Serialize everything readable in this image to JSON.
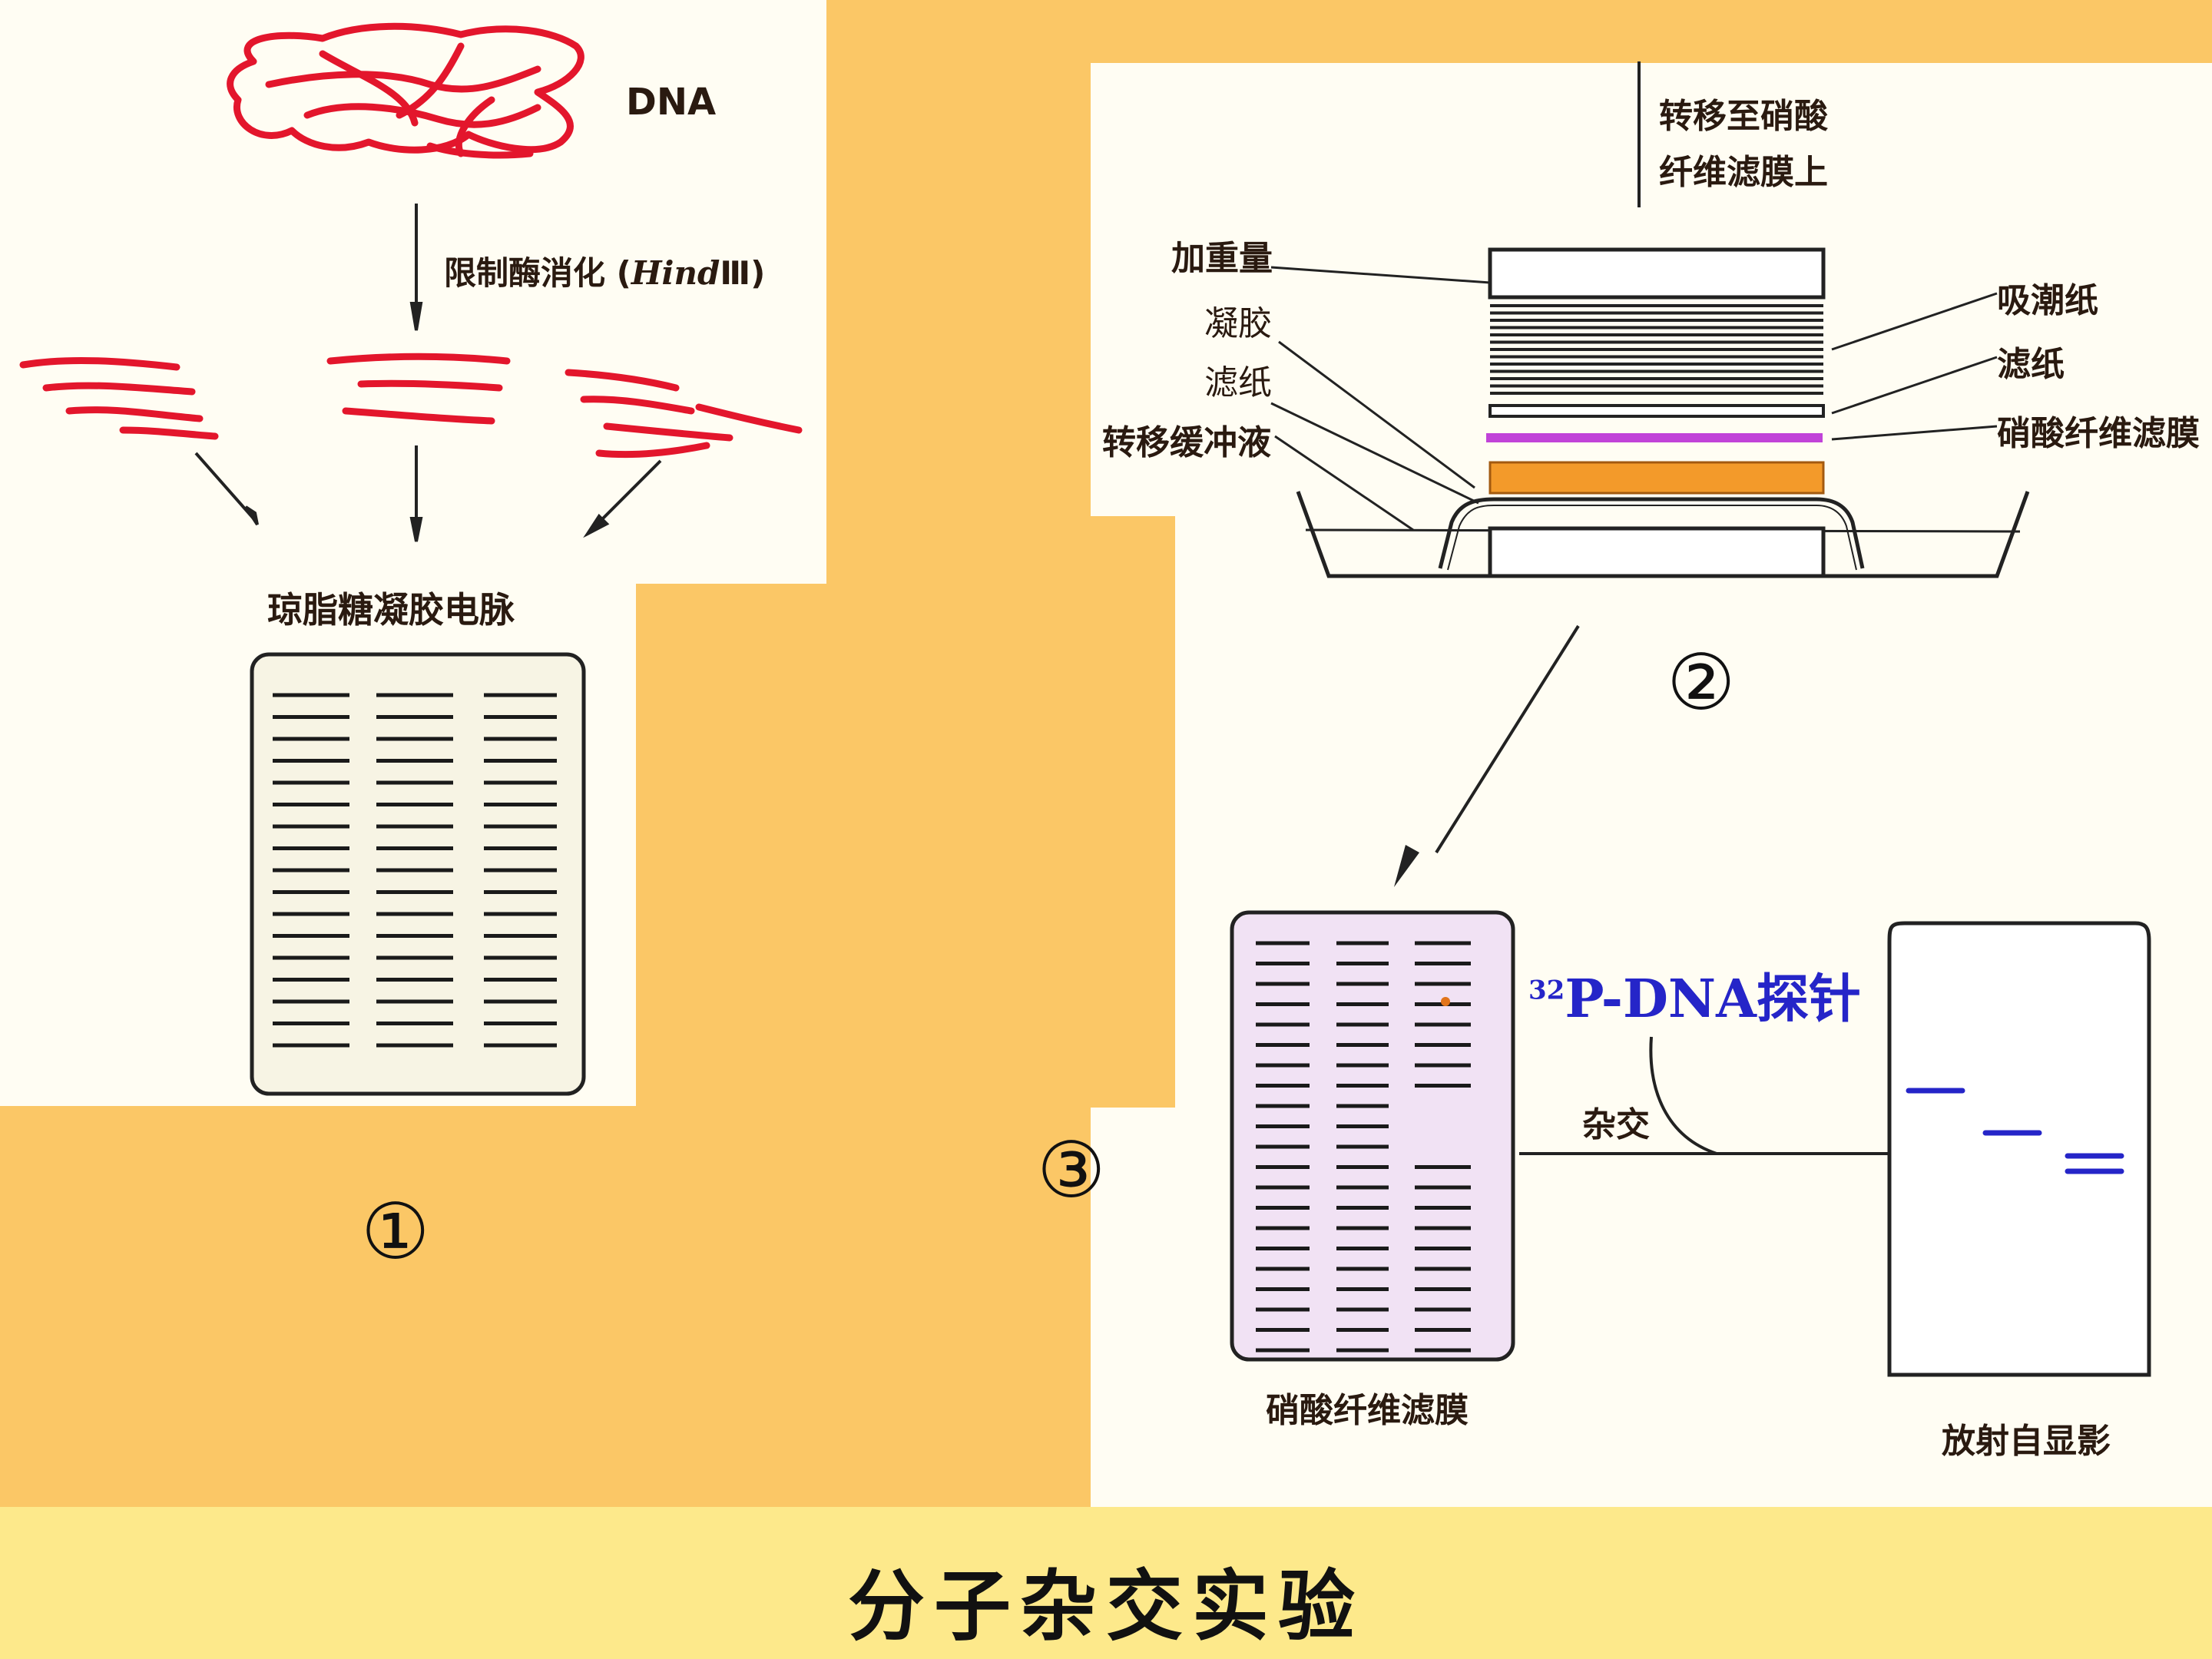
{
  "step1": {
    "dna_label": "DNA",
    "digest_label_prefix": "限制酶消化 (",
    "digest_enzyme": "Hind",
    "digest_enzyme_numeral": "Ⅲ",
    "digest_label_suffix": ")",
    "gel_label": "琼脂糖凝胶电脉",
    "number": "①"
  },
  "step2": {
    "transfer_label_line1": "转移至硝酸",
    "transfer_label_line2": "纤维滤膜上",
    "weight_label": "加重量",
    "gel_label": "凝胶",
    "filter_label_left": "滤纸",
    "buffer_label": "转移缓冲液",
    "paper_towels_label": "吸潮纸",
    "filter_label_right": "滤纸",
    "membrane_label": "硝酸纤维滤膜",
    "number": "②"
  },
  "step3": {
    "probe_label_sup": "32",
    "probe_label": "P-DNA探针",
    "hybridize_label": "杂交",
    "membrane_label": "硝酸纤维滤膜",
    "autorad_label": "放射自显影",
    "number": "③"
  },
  "title": "分子杂交实验",
  "colors": {
    "background": "#fbc766",
    "panel": "#fffdf3",
    "dna_red": "#e3162c",
    "probe_blue": "#2525c8",
    "membrane_purple": "#c143d8",
    "gel_orange": "#f39a2a",
    "membrane_fill": "#f1e2f4",
    "gel_fill": "#f7f4e4",
    "title_bar": "#fde98b"
  }
}
